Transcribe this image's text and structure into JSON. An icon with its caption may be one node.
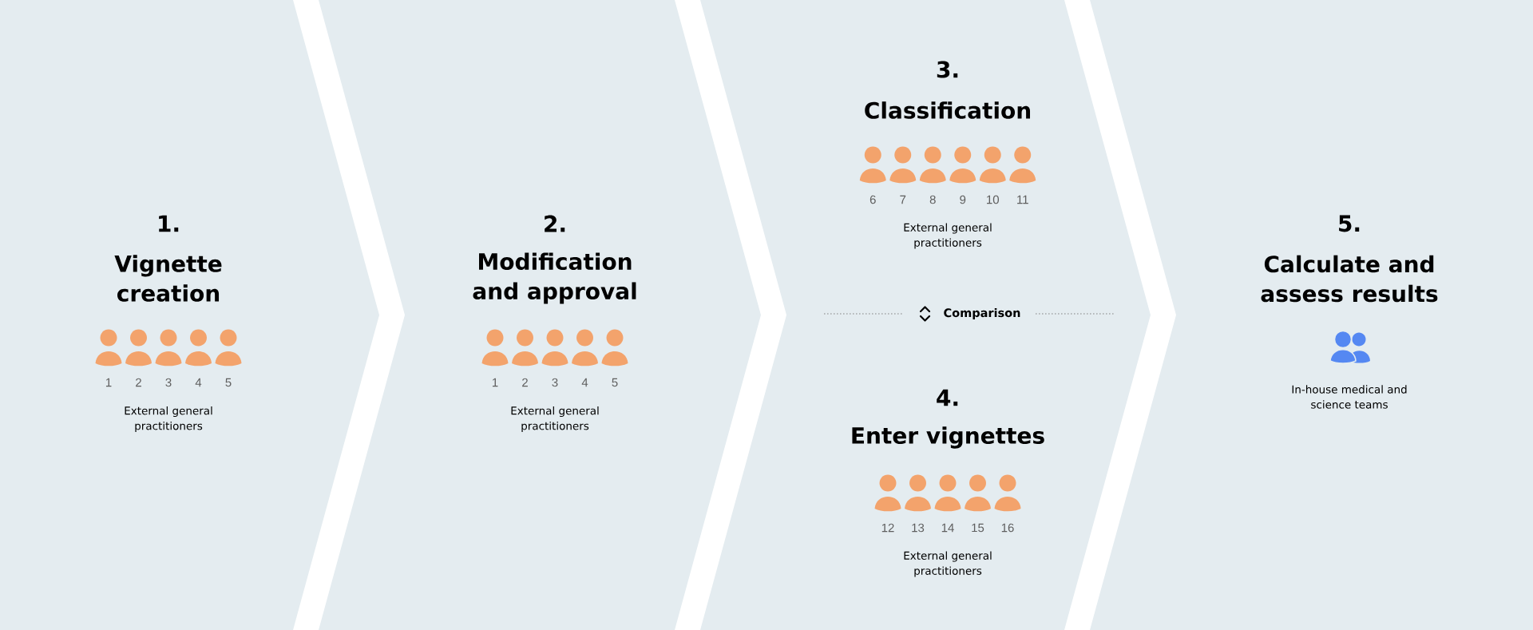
{
  "diagram": {
    "nodes": [
      {
        "text": [
          "1.",
          "Vignette creation",
          "1",
          "2",
          "3",
          "4",
          "5",
          "External general practitioners"
        ]
      },
      {
        "text": [
          "2.",
          "Modification and approval",
          "1",
          "2",
          "3",
          "4",
          "5",
          "External general practitioners"
        ]
      },
      {
        "text": [
          "3.",
          "Classification",
          "6",
          "7",
          "8",
          "9",
          "10",
          "11",
          "External general practitioners",
          "Comparison",
          "4.",
          "Enter vignettes",
          "12",
          "13",
          "14",
          "15",
          "16",
          "External general practitioners"
        ]
      },
      {
        "text": [
          "5.",
          "Calculate and assess results",
          "In-house medical and science teams"
        ]
      }
    ]
  }
}
